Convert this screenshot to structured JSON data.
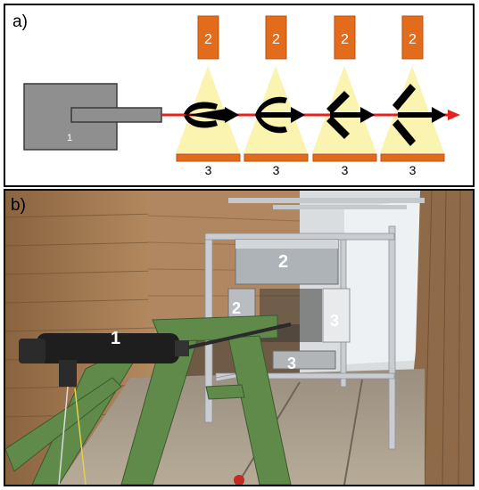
{
  "figure": {
    "panel_a": {
      "label": "a)",
      "cameras": [
        "2",
        "2",
        "2",
        "2"
      ],
      "lights": [
        "3",
        "3",
        "3",
        "3"
      ],
      "source_label": "1"
    },
    "panel_b": {
      "label": "b)",
      "photo_labels": {
        "injector": "1",
        "top_camera": "2",
        "side_camera": "2",
        "light_side": "3",
        "light_bottom": "3"
      }
    }
  },
  "colors": {
    "camera": "#e26b1c",
    "light_cone": "#fbf3b0",
    "light_bar": "#e26b1c",
    "jet_axis": "#e8211c",
    "device": "#8f8f8f",
    "stand": "#5f8a4a",
    "frame": "#c9ccd0",
    "wood": "#a07a55"
  }
}
